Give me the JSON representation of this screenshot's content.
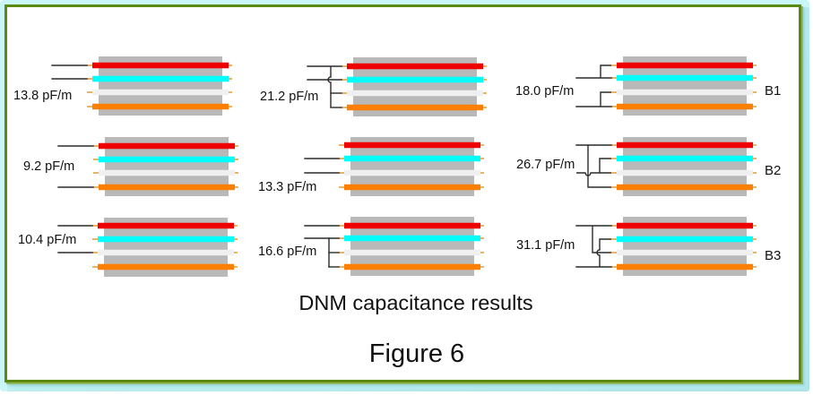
{
  "figure": {
    "caption": "DNM capacitance results",
    "title": "Figure 6"
  },
  "colors": {
    "frame_border": "#5b8a0e",
    "frame_glow": "#c9f6f6",
    "dielectric": "#b9b9b9",
    "pin": "#eab366",
    "lead": "#2a2a2a",
    "conductors": [
      "#ee0000",
      "#00ffff",
      "#f0f0f0",
      "#ff8000"
    ]
  },
  "conductor_names": [
    "red",
    "cyan",
    "white",
    "orange"
  ],
  "panels": [
    {
      "id": "r1c1",
      "row": 1,
      "col": 1,
      "capacitance": "13.8 pF/m",
      "tag": null,
      "terminal_a": [
        "red"
      ],
      "terminal_b": [
        "cyan"
      ]
    },
    {
      "id": "r1c2",
      "row": 1,
      "col": 2,
      "capacitance": "21.2 pF/m",
      "tag": null,
      "terminal_a": [
        "red",
        "white",
        "orange"
      ],
      "terminal_b": [
        "cyan"
      ]
    },
    {
      "id": "r1c3",
      "row": 1,
      "col": 3,
      "capacitance": "18.0 pF/m",
      "tag": "B1",
      "terminal_a": [
        "red",
        "cyan"
      ],
      "terminal_b": [
        "white",
        "orange"
      ]
    },
    {
      "id": "r2c1",
      "row": 2,
      "col": 1,
      "capacitance": "9.2 pF/m",
      "tag": null,
      "terminal_a": [
        "red"
      ],
      "terminal_b": [
        "orange"
      ]
    },
    {
      "id": "r2c2",
      "row": 2,
      "col": 2,
      "capacitance": "13.3 pF/m",
      "tag": null,
      "terminal_a": [
        "cyan"
      ],
      "terminal_b": [
        "white"
      ]
    },
    {
      "id": "r2c3",
      "row": 2,
      "col": 3,
      "capacitance": "26.7 pF/m",
      "tag": "B2",
      "terminal_a": [
        "red",
        "orange"
      ],
      "terminal_b": [
        "cyan",
        "white"
      ]
    },
    {
      "id": "r3c1",
      "row": 3,
      "col": 1,
      "capacitance": "10.4 pF/m",
      "tag": null,
      "terminal_a": [
        "red"
      ],
      "terminal_b": [
        "white"
      ]
    },
    {
      "id": "r3c2",
      "row": 3,
      "col": 2,
      "capacitance": "16.6 pF/m",
      "tag": null,
      "terminal_a": [
        "red"
      ],
      "terminal_b": [
        "cyan",
        "white",
        "orange"
      ]
    },
    {
      "id": "r3c3",
      "row": 3,
      "col": 3,
      "capacitance": "31.1 pF/m",
      "tag": "B3",
      "terminal_a": [
        "red",
        "white"
      ],
      "terminal_b": [
        "cyan",
        "orange"
      ]
    }
  ]
}
